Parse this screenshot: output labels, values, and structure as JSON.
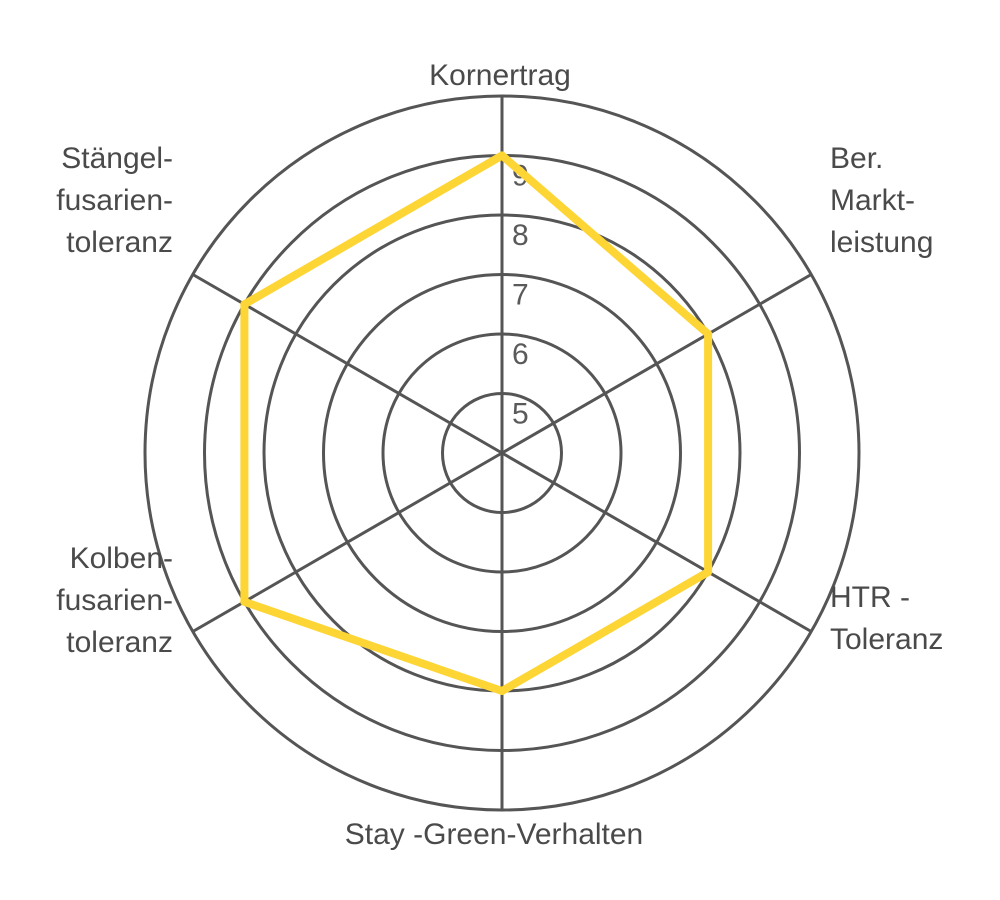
{
  "chart_data": {
    "type": "radar",
    "axes": [
      "Kornertrag",
      "Ber. Marktleistung",
      "HTR-Toleranz",
      "Stay-Green-Verhalten",
      "Kolbenfusarientoleranz",
      "Stängelfusarientoleranz"
    ],
    "axis_label_lines": [
      [
        "Kornertrag"
      ],
      [
        "Ber.",
        "Markt-",
        "leistung"
      ],
      [
        "HTR -",
        "Toleranz"
      ],
      [
        "Stay -Green-Verhalten"
      ],
      [
        "Kolben-",
        "fusarien-",
        "toleranz"
      ],
      [
        "Stängel-",
        "fusarien-",
        "toleranz"
      ]
    ],
    "ticks": [
      "5",
      "6",
      "7",
      "8",
      "9"
    ],
    "rings": [
      5,
      6,
      7,
      8,
      9,
      10
    ],
    "range": [
      4,
      10
    ],
    "series": [
      {
        "values": [
          9,
          8,
          8,
          8,
          9,
          9
        ]
      }
    ],
    "colors": {
      "series": "#FDD535",
      "grid": "#555555",
      "text": "#4a4a4a"
    }
  }
}
